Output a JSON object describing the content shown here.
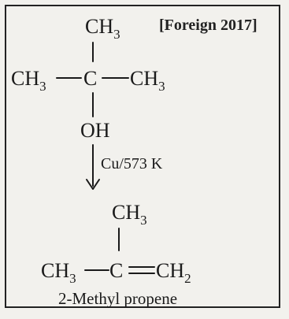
{
  "source_tag": "[Foreign 2017]",
  "reactant": {
    "top_group": "CH",
    "top_group_sub": "3",
    "left_group": "CH",
    "left_group_sub": "3",
    "center_atom": "C",
    "right_group": "CH",
    "right_group_sub": "3",
    "bottom_group": "OH"
  },
  "reagent": "Cu/573 K",
  "product": {
    "top_group": "CH",
    "top_group_sub": "3",
    "left_group": "CH",
    "left_group_sub": "3",
    "center_atom": "C",
    "right_group": "CH",
    "right_group_sub": "2",
    "name": "2-Methyl propene"
  }
}
